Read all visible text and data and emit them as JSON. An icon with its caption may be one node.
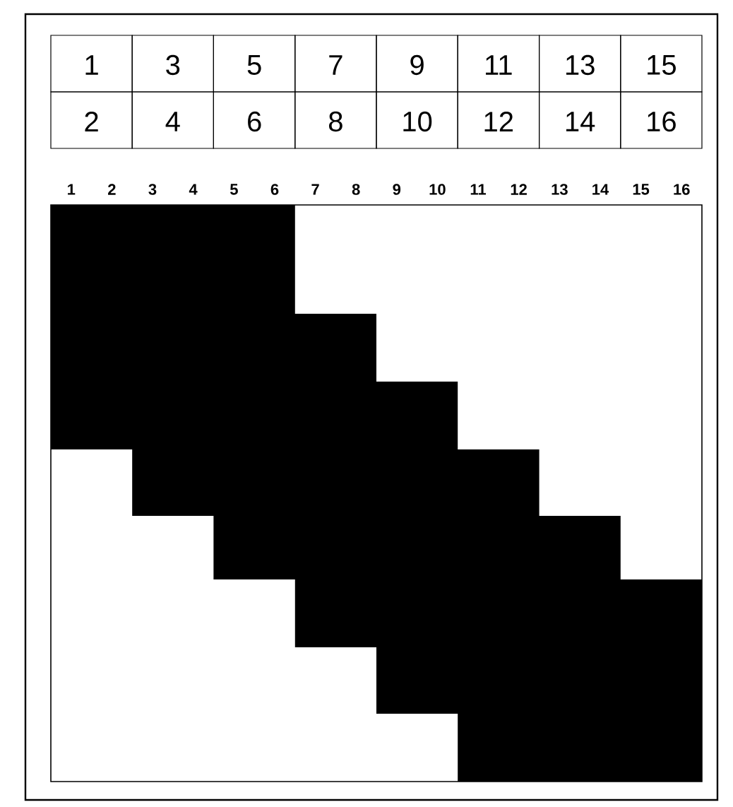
{
  "diagram": {
    "labels": [
      "1",
      "3",
      "5",
      "7",
      "9",
      "11",
      "13",
      "15",
      "2",
      "4",
      "6",
      "8",
      "10",
      "12",
      "14",
      "16",
      "1",
      "2",
      "3",
      "4",
      "5",
      "6",
      "7",
      "8",
      "9",
      "10",
      "11",
      "12",
      "13",
      "14",
      "15",
      "16"
    ]
  }
}
